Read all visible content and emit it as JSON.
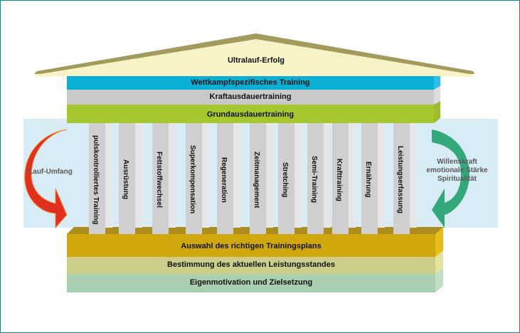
{
  "roof": {
    "label": "Ultralauf-Erfolg",
    "color": "#f7f3c6",
    "edge_color": "#a39a5e"
  },
  "upper_bands": [
    {
      "label": "Wettkampfspezifisches Training",
      "color": "#0aafd6"
    },
    {
      "label": "Kraftausdauertraining",
      "color": "#c9c9cb"
    },
    {
      "label": "Grundausdauertraining",
      "color": "#a6c82e"
    }
  ],
  "pillars": [
    {
      "label": "pulskontrolliertes Training"
    },
    {
      "label": "Ausrüstung"
    },
    {
      "label": "Fettstoffwechsel"
    },
    {
      "label": "Superkompensation"
    },
    {
      "label": "Regeneration"
    },
    {
      "label": "Zeitmanagement"
    },
    {
      "label": "Stretching"
    },
    {
      "label": "Semi-Training"
    },
    {
      "label": "Krafttraining"
    },
    {
      "label": "Ernährung"
    },
    {
      "label": "Leistungserfassung"
    }
  ],
  "left_arrow": {
    "label": "Lauf-Umfang",
    "color": "#e0301e"
  },
  "right_arrow": {
    "lines": [
      "Willenskraft",
      "emotionale Stärke",
      "Spiritualität"
    ],
    "color": "#33a87a"
  },
  "lower_bands": [
    {
      "label": "Auswahl des richtigen Trainingsplans",
      "color": "#d0a80e"
    },
    {
      "label": "Bestimmung des aktuellen Leistungsstandes",
      "color": "#cdcd8a"
    },
    {
      "label": "Eigenmotivation und Zielsetzung",
      "color": "#a9cfb0"
    }
  ]
}
